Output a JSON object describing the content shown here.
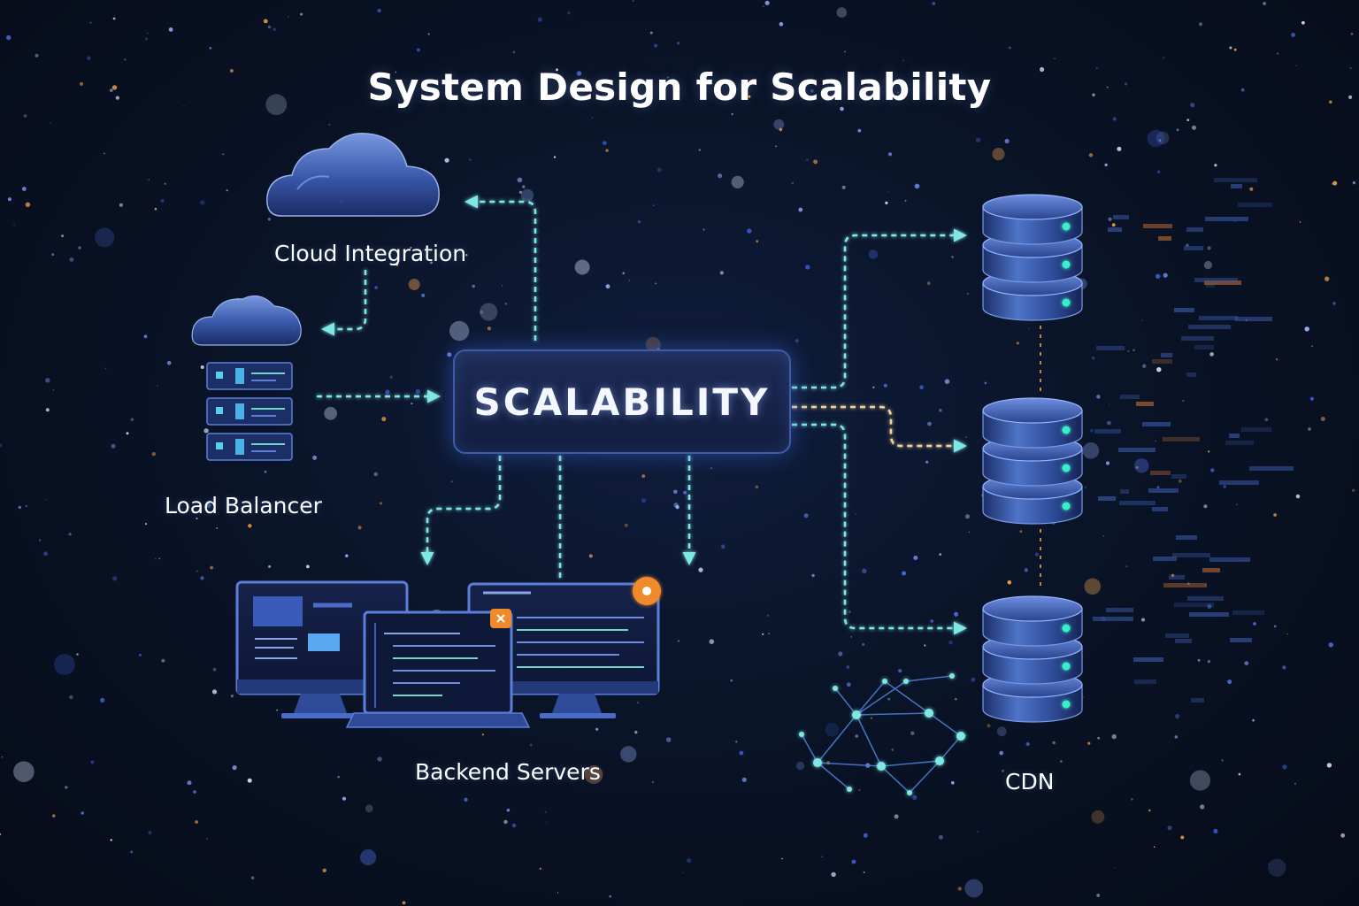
{
  "title": "System Design for Scalability",
  "hub": {
    "label": "SCALABILITY"
  },
  "nodes": {
    "cloud": "Cloud Integration",
    "load_balancer": "Load Balancer",
    "backend": "Backend Servers",
    "cdn": "CDN"
  },
  "colors": {
    "background": "#0a1428",
    "arrow_cyan": "#7fe8e4",
    "arrow_warm": "#f0d49a",
    "accent_orange": "#f08a2a",
    "node_blue": "#3e5aa8",
    "led_green": "#39f0c8"
  },
  "icons": [
    "cloud-icon",
    "server-rack-icon",
    "monitor-icon",
    "laptop-icon",
    "database-icon",
    "network-graph-icon"
  ]
}
